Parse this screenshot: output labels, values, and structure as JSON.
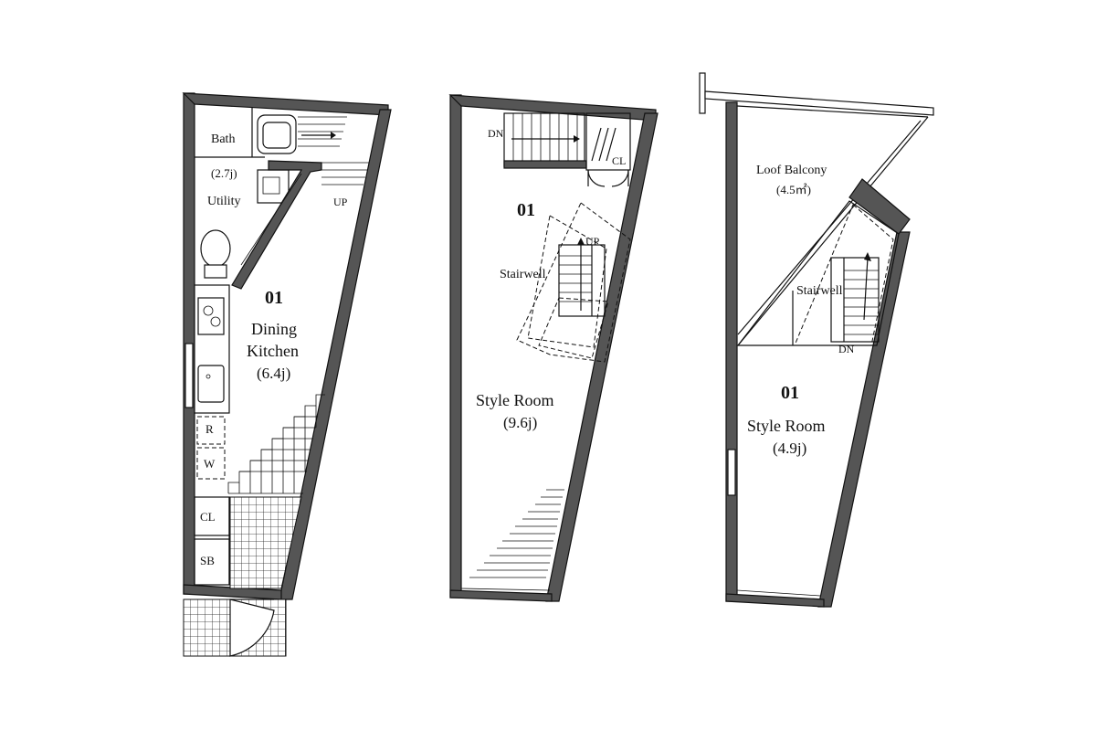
{
  "floors": [
    {
      "id": "first",
      "labels": {
        "bath": "Bath",
        "bath_size": "(2.7j)",
        "utility": "Utility",
        "up": "UP",
        "unit": "01",
        "room_line1": "Dining",
        "room_line2": "Kitchen",
        "room_size": "(6.4j)",
        "r": "R",
        "w": "W",
        "cl": "CL",
        "sb": "SB"
      }
    },
    {
      "id": "second",
      "labels": {
        "dn": "DN",
        "cl": "CL",
        "unit": "01",
        "up": "UP",
        "stairwell": "Stairwell",
        "room": "Style Room",
        "room_size": "(9.6j)"
      }
    },
    {
      "id": "third",
      "labels": {
        "balcony_line1": "Loof  Balcony",
        "balcony_size": "(4.5㎡)",
        "stairwell": "Stairwell",
        "dn": "DN",
        "unit": "01",
        "room": "Style Room",
        "room_size": "(4.9j)"
      }
    }
  ]
}
